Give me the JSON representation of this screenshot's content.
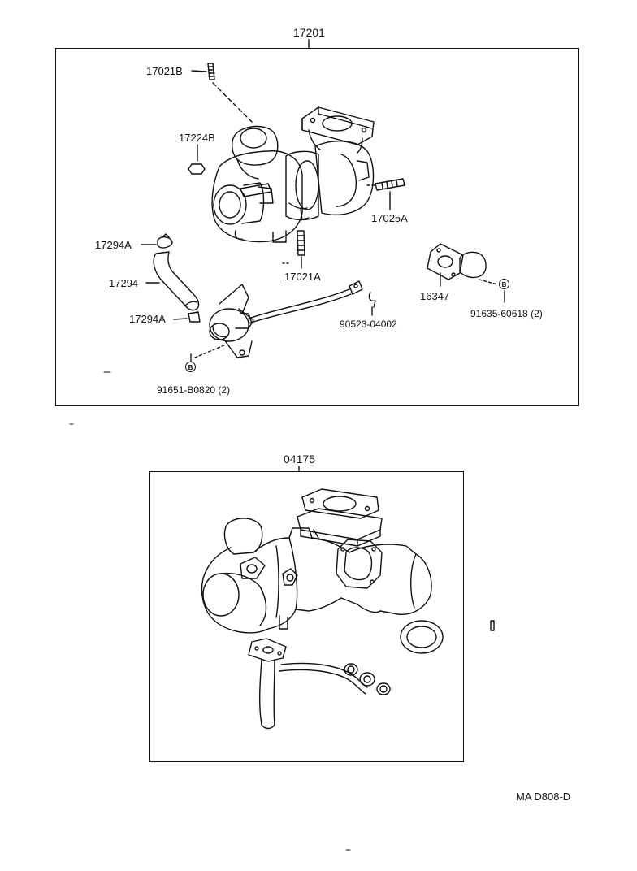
{
  "diagram": {
    "top_assembly": {
      "part_number": "17201",
      "callouts": {
        "p17021B": "17021B",
        "p17224B": "17224B",
        "p17025A": "17025A",
        "p17294A_top": "17294A",
        "p17294": "17294",
        "p17021A": "17021A",
        "p17294A_bottom": "17294A",
        "p16347": "16347",
        "p90523": "90523-04002",
        "p91635": "91635-60618 (2)",
        "p91651": "91651-B0820 (2)"
      },
      "markers": {
        "b1": "B",
        "b2": "B"
      }
    },
    "bottom_kit": {
      "part_number": "04175"
    },
    "footer": {
      "code": "MA  D808-D"
    }
  }
}
